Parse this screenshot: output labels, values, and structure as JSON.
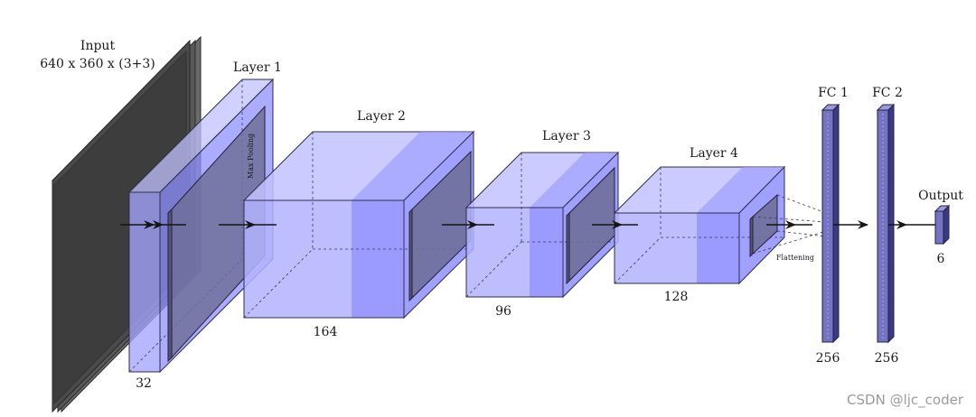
{
  "input": {
    "title": "Input",
    "dims": "640 x 360 x (3+3)"
  },
  "layer1": {
    "title": "Layer 1",
    "pool": "Max Pooling",
    "size": "32"
  },
  "layer2": {
    "title": "Layer 2",
    "size": "164"
  },
  "layer3": {
    "title": "Layer 3",
    "size": "96"
  },
  "layer4": {
    "title": "Layer 4",
    "size": "128",
    "flatten": "Flattening"
  },
  "fc1": {
    "title": "FC 1",
    "size": "256"
  },
  "fc2": {
    "title": "FC 2",
    "size": "256"
  },
  "output": {
    "title": "Output",
    "size": "6"
  },
  "watermark": "CSDN @ljc_coder",
  "colors": {
    "layer_fill": "#b3b3ff",
    "layer_dark_band": "#8f8fff",
    "pool_plate": "#6e6e9a",
    "fc_fill": "#7474c2",
    "fc_dark": "#3b3b85",
    "input_plate": "#4a4a4a"
  }
}
